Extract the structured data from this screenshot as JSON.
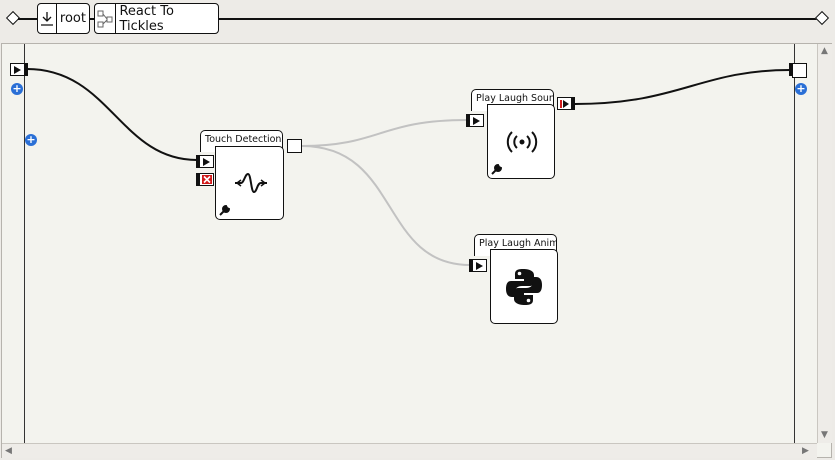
{
  "breadcrumb": {
    "items": [
      {
        "label": "root",
        "icon": "import-icon"
      },
      {
        "label": "React To Tickles",
        "icon": "flow-diagram-icon"
      }
    ]
  },
  "boxes": {
    "touch_detection": {
      "title": "Touch Detection",
      "icon": "signal-wave-icon"
    },
    "play_laugh_sound": {
      "title": "Play Laugh Soun",
      "icon": "broadcast-icon"
    },
    "play_laugh_anim": {
      "title": "Play Laugh Anim",
      "icon": "python-icon"
    }
  },
  "colors": {
    "active_wire": "#111111",
    "inactive_wire": "#c2c2c2",
    "add_button": "#2a6fd6",
    "stop_marker": "#d11a1a"
  }
}
